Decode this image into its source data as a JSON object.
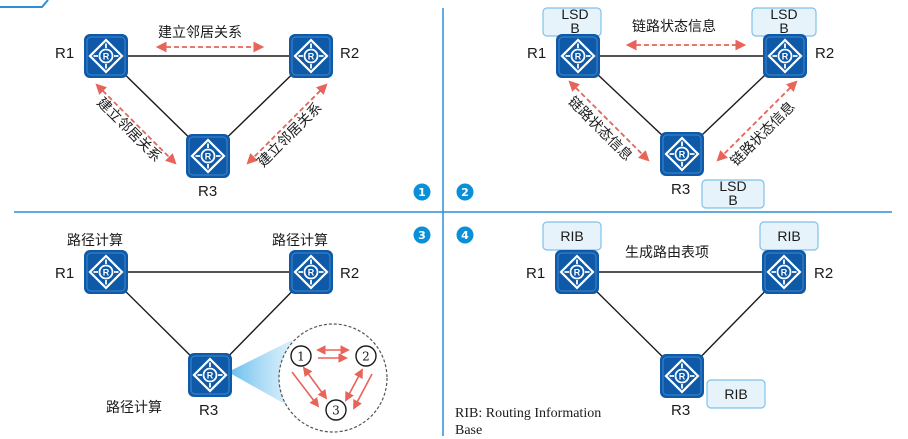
{
  "colors": {
    "router": "#0f5aa8",
    "divider": "#2f8fd6",
    "badge": "#0a8fd9",
    "arrow": "#e8635a",
    "tagFill": "#e6f3fb",
    "tagStroke": "#7fc2e8",
    "beam": "#7fc8f0"
  },
  "icons": {
    "router": "router-icon"
  },
  "routers": {
    "r1": "R1",
    "r2": "R2",
    "r3": "R3"
  },
  "quad1": {
    "badge": "1",
    "edge_top": "建立邻居关系",
    "edge_left": "建立邻居关系",
    "edge_right": "建立邻居关系"
  },
  "quad2": {
    "badge": "2",
    "edge_top": "链路状态信息",
    "edge_left": "链路状态信息",
    "edge_right": "链路状态信息",
    "tag_line1": "LSD",
    "tag_line2": "B"
  },
  "quad3": {
    "badge": "3",
    "calc_label": "路径计算",
    "steps": [
      "1",
      "2",
      "3"
    ]
  },
  "quad4": {
    "badge": "4",
    "title": "生成路由表项",
    "tag": "RIB",
    "note_line1": "RIB: Routing Information",
    "note_line2": "Base"
  }
}
